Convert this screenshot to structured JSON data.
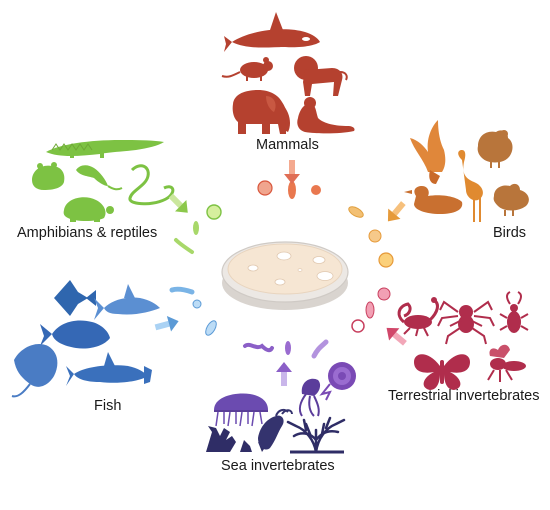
{
  "labels": {
    "mammals": "Mammals",
    "birds": "Birds",
    "terrestrial": "Terrestrial invertebrates",
    "sea": "Sea invertebrates",
    "fish": "Fish",
    "amphibians": "Amphibians & reptiles"
  },
  "colors": {
    "mammals": "#b5412f",
    "birds": "#e0873a",
    "terrestrial": "#b02d4c",
    "sea": "#2f2d66",
    "fish": "#3f79c2",
    "amphibians": "#7dc243",
    "dish_rim": "#d9d4cf",
    "dish_medium": "#f6e6d3"
  },
  "icons": {
    "mammals": [
      "orca-icon",
      "mouse-icon",
      "lion-icon",
      "elephant-icon",
      "seal-icon"
    ],
    "birds": [
      "eagle-icon",
      "hen-icon",
      "flamingo-icon",
      "duck-icon",
      "quail-icon"
    ],
    "terrestrial": [
      "scorpion-icon",
      "spider-icon",
      "beetle-icon",
      "butterfly-icon",
      "wasp-icon"
    ],
    "sea": [
      "jellyfish-icon",
      "nautilus-icon",
      "squid-icon",
      "coral-icon",
      "sea-cucumber-icon",
      "sea-fan-icon"
    ],
    "fish": [
      "angelfish-icon",
      "shark-icon",
      "piranha-icon",
      "manta-ray-icon",
      "hammerhead-shark-icon"
    ],
    "amphibians": [
      "crocodile-icon",
      "frog-icon",
      "lizard-icon",
      "snake-icon",
      "turtle-icon"
    ]
  }
}
